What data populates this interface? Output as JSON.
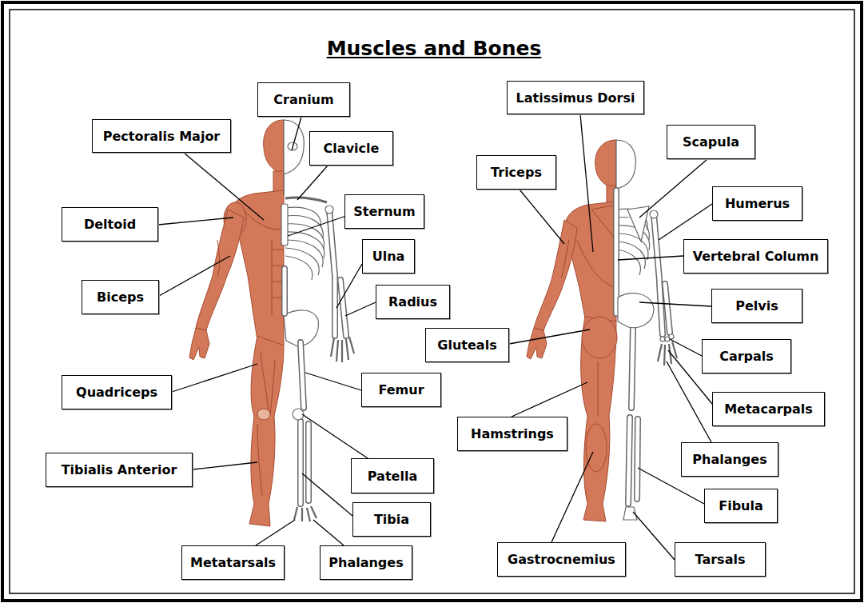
{
  "diagram": {
    "title": "Muscles and Bones",
    "nodes": [
      {
        "text": [
          "Cranium"
        ]
      },
      {
        "text": [
          "Pectoralis Major"
        ]
      },
      {
        "text": [
          "Clavicle"
        ]
      },
      {
        "text": [
          "Sternum"
        ]
      },
      {
        "text": [
          "Deltoid"
        ]
      },
      {
        "text": [
          "Ulna"
        ]
      },
      {
        "text": [
          "Biceps"
        ]
      },
      {
        "text": [
          "Radius"
        ]
      },
      {
        "text": [
          "Quadriceps"
        ]
      },
      {
        "text": [
          "Femur"
        ]
      },
      {
        "text": [
          "Tibialis Anterior"
        ]
      },
      {
        "text": [
          "Patella"
        ]
      },
      {
        "text": [
          "Tibia"
        ]
      },
      {
        "text": [
          "Metatarsals"
        ]
      },
      {
        "text": [
          "Phalanges"
        ]
      },
      {
        "text": [
          "Latissimus Dorsi"
        ]
      },
      {
        "text": [
          "Scapula"
        ]
      },
      {
        "text": [
          "Triceps"
        ]
      },
      {
        "text": [
          "Humerus"
        ]
      },
      {
        "text": [
          "Vertebral Column"
        ]
      },
      {
        "text": [
          "Pelvis"
        ]
      },
      {
        "text": [
          "Gluteals"
        ]
      },
      {
        "text": [
          "Carpals"
        ]
      },
      {
        "text": [
          "Metacarpals"
        ]
      },
      {
        "text": [
          "Hamstrings"
        ]
      },
      {
        "text": [
          "Phalanges"
        ]
      },
      {
        "text": [
          "Fibula"
        ]
      },
      {
        "text": [
          "Gastrocnemius"
        ]
      },
      {
        "text": [
          "Tarsals"
        ]
      }
    ]
  }
}
